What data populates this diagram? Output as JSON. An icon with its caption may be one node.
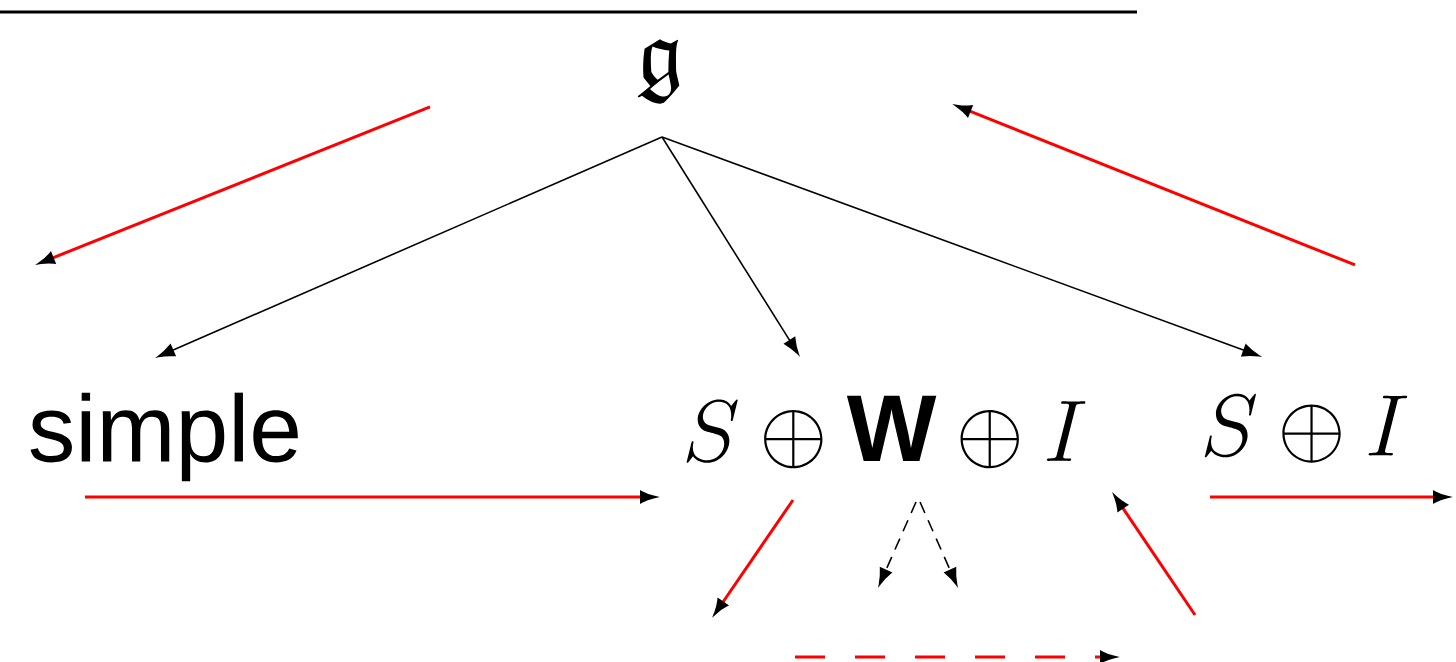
{
  "diagram": {
    "nodes": [
      {
        "text": [
          "\\mathfrak{g}"
        ]
      },
      {
        "text": [
          "simple"
        ]
      },
      {
        "text": [
          "S \\oplus \\textbf{\\textsf{W}} \\oplus I"
        ]
      },
      {
        "text": [
          "S \\oplus I"
        ]
      }
    ],
    "edges": [
      {
        "from": 0,
        "to": 1,
        "arrow": "to",
        "color": "#000000"
      },
      {
        "from": 0,
        "to": 2,
        "arrow": "to",
        "color": "#000000"
      },
      {
        "from": 0,
        "to": 3,
        "arrow": "to",
        "color": "#000000"
      },
      {
        "from": 1,
        "to": 2,
        "arrow": "to",
        "color": "#ff0000"
      },
      {
        "from": 3,
        "to": null,
        "arrow": "to",
        "color": "#ff0000"
      },
      {
        "from": 2,
        "to": null,
        "arrow": "to",
        "color": "#ff0000"
      },
      {
        "from": null,
        "to": 2,
        "arrow": "to",
        "color": "#ff0000"
      },
      {
        "from": 2,
        "to": null,
        "arrow": "to",
        "style": "dashed",
        "color": "#000000"
      },
      {
        "from": 2,
        "to": null,
        "arrow": "to",
        "style": "dashed",
        "color": "#000000"
      }
    ]
  }
}
